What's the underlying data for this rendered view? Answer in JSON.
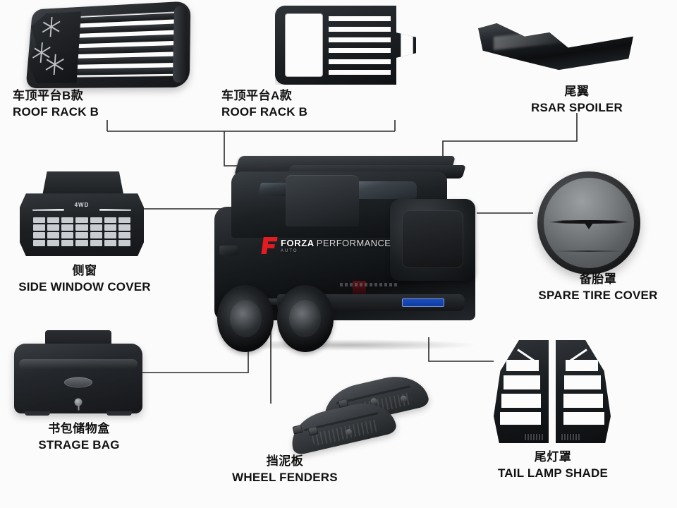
{
  "page": {
    "background_color": "#fbfbfb",
    "line_color": "#2b2b2b",
    "text_color": "#111111",
    "accent_color": "#e21c21",
    "vehicle_name": "black off-road SUV rear three-quarter view",
    "plate_color": "#1b4fc4"
  },
  "watermark": {
    "logo_glyph": "F",
    "brand": "FORZA",
    "brand_second": "PERFORMANCE",
    "subtitle": "AUTO"
  },
  "parts": [
    {
      "id": "roof-rack-b",
      "cn": "车顶平台B款",
      "en": "ROOF RACK B",
      "icon": "roof-rack-slatted-tray"
    },
    {
      "id": "roof-rack-a",
      "cn": "车顶平台A款",
      "en": "ROOF RACK B",
      "icon": "roof-rack-frame"
    },
    {
      "id": "spoiler",
      "cn": "尾翼",
      "en": "RSAR SPOILER",
      "icon": "rear-spoiler-wing"
    },
    {
      "id": "side-window-cover",
      "cn": "侧窗",
      "en": "SIDE WINDOW COVER",
      "icon": "side-window-vent-panel",
      "marking": "4WD"
    },
    {
      "id": "spare-tire-cover",
      "cn": "备胎罩",
      "en": "SPARE TIRE COVER",
      "icon": "spare-tire-disc"
    },
    {
      "id": "storage-bag",
      "cn": "书包储物盒",
      "en": "STRAGE BAG",
      "icon": "storage-box"
    },
    {
      "id": "wheel-fenders",
      "cn": "挡泥板",
      "en": "WHEEL FENDERS",
      "icon": "mud-flap-pair"
    },
    {
      "id": "tail-lamp-shade",
      "cn": "尾灯罩",
      "en": "TAIL LAMP SHADE",
      "icon": "tail-lamp-guard-pair"
    }
  ]
}
